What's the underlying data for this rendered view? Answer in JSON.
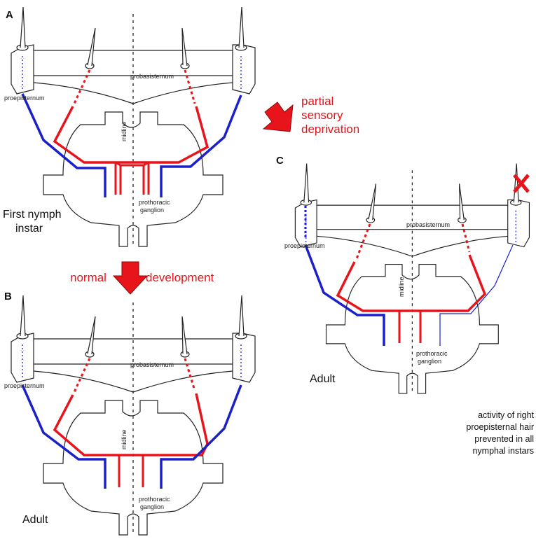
{
  "colors": {
    "red": "#e8141b",
    "blue": "#1b20c8",
    "outline": "#222222"
  },
  "panels": {
    "a": {
      "letter": "A",
      "caption_line1": "First nymph",
      "caption_line2": "instar"
    },
    "b": {
      "letter": "B",
      "caption_line1": "Adult",
      "caption_line2": ""
    },
    "c": {
      "letter": "C",
      "caption_line1": "Adult",
      "caption_line2": ""
    }
  },
  "structures": {
    "proepisternum": "proepisternum",
    "probasisternum": "probasisternum",
    "midline": "midline",
    "ganglion_line1": "prothoracic",
    "ganglion_line2": "ganglion"
  },
  "arrows": {
    "deprivation": [
      "partial",
      "sensory",
      "deprivation"
    ],
    "normal_left": "normal",
    "normal_right": "development"
  },
  "note_c": [
    "activity of right",
    "proepisternal hair",
    "prevented in all",
    "nymphal instars"
  ]
}
